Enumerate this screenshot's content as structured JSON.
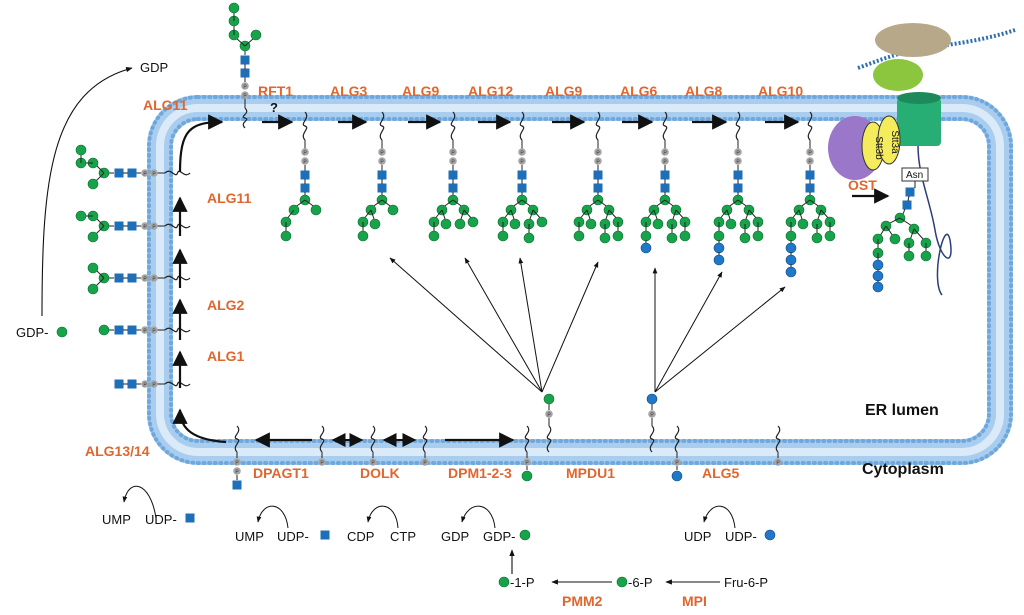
{
  "colors": {
    "enzyme": "#e0662e",
    "mannose": "#17a34a",
    "glucose": "#1f78c8",
    "glcnac": "#1f6fb8",
    "lipid_head": "#a9cdef",
    "lipid_outline": "#6fa8dc",
    "phosphate": "#a6a6a6",
    "ost_purple": "#9b77c9",
    "ost_yellow": "#f4ec5c",
    "translocon": "#27ae74",
    "ribosome_top": "#b8a88a",
    "ribosome_bottom": "#8cc63f",
    "mrna": "#2f6fb0"
  },
  "labels": {
    "gdp_top": "GDP",
    "gdp_man": "GDP-",
    "alg13_14": "ALG13/14",
    "ump_left": "UMP",
    "udp_left": "UDP-",
    "dpagt1": "DPAGT1",
    "dolk": "DOLK",
    "dpm": "DPM1-2-3",
    "mpdu1": "MPDU1",
    "alg5": "ALG5",
    "ump2": "UMP",
    "udp2": "UDP-",
    "cdp": "CDP",
    "ctp": "CTP",
    "gdp2": "GDP",
    "gdp3": "GDP-",
    "udp3": "UDP",
    "udp4": "UDP-",
    "man1p": "-1-P",
    "man6p": "-6-P",
    "fru6p": "Fru-6-P",
    "pmm2": "PMM2",
    "mpi": "MPI",
    "er_lumen": "ER lumen",
    "cytoplasm": "Cytoplasm",
    "ost": "OST",
    "stt3a": "Stt3a",
    "stt3b": "Stt3b",
    "asn": "Asn",
    "alg11_top": "ALG11",
    "alg11_side": "ALG11",
    "alg2": "ALG2",
    "alg1": "ALG1",
    "rft1": "RFT1",
    "question": "?",
    "phosphate_letter": "P",
    "top_enzymes": [
      "ALG3",
      "ALG9",
      "ALG12",
      "ALG9",
      "ALG6",
      "ALG8",
      "ALG10"
    ]
  }
}
